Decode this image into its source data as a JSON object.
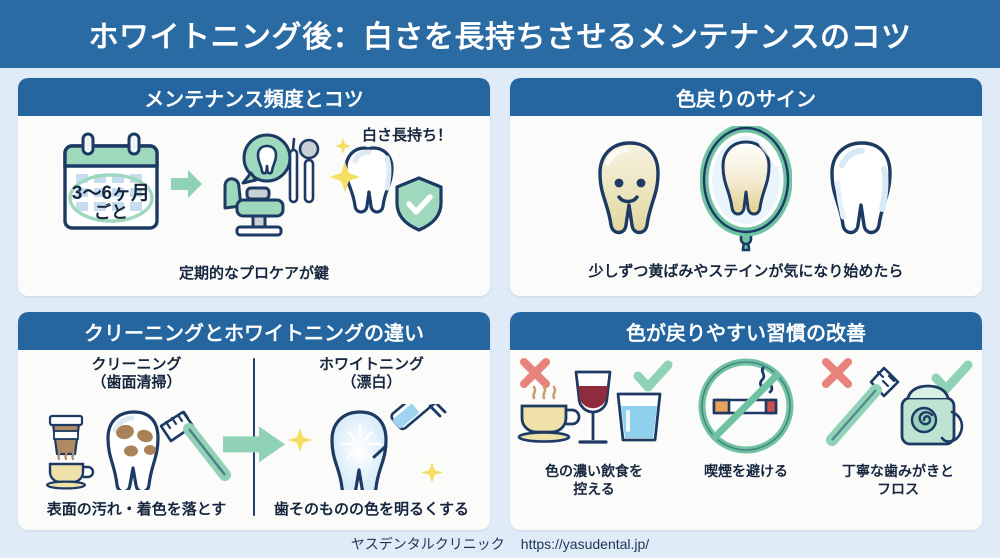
{
  "header": {
    "title": "ホワイトニング後：白さを長持ちさせるメンテナンスのコツ"
  },
  "colors": {
    "banner_blue": "#2a6ba3",
    "card_header_blue": "#2566a0",
    "page_bg": "#dfebf7",
    "card_bg": "#fbfbf9",
    "mint": "#8fd2b8",
    "navy_outline": "#1c3a63",
    "yellow_sparkle": "#f5de63",
    "red_x": "#e8827c",
    "green_check": "#7fd1ad",
    "tooth_yellow": "#ece0ab",
    "stain_brown": "#a98257"
  },
  "cards": [
    {
      "id": "maintenance-frequency",
      "title": "メンテナンス頻度とコツ",
      "calendar_line1": "3～6ヶ月",
      "calendar_line2": "ごと",
      "note": "白さ長持ち！",
      "caption": "定期的なプロケアが鍵",
      "icons": [
        "calendar-icon",
        "arrow-right-icon",
        "dental-chair-icon",
        "sparkle-tooth-shield-icon"
      ]
    },
    {
      "id": "color-relapse-signs",
      "title": "色戻りのサイン",
      "caption": "少しずつ黄ばみやステインが気になり始めたら",
      "icons": [
        "yellow-smiling-tooth-icon",
        "mirror-tooth-icon",
        "white-tooth-icon"
      ]
    },
    {
      "id": "cleaning-vs-whitening",
      "title": "クリーニングとホワイトニングの違い",
      "left": {
        "heading_line1": "クリーニング",
        "heading_line2": "（歯面清掃）",
        "caption": "表面の汚れ・着色を落とす",
        "icons": [
          "coffee-cup-icon",
          "tea-cup-icon",
          "stained-tooth-icon",
          "toothbrush-icon"
        ]
      },
      "right": {
        "heading_line1": "ホワイトニング",
        "heading_line2": "（漂白）",
        "caption": "歯そのものの色を明るくする",
        "icons": [
          "sparkle-icon",
          "white-tooth-icon",
          "syringe-icon"
        ]
      },
      "arrow": "arrow-right-icon"
    },
    {
      "id": "habit-improvement",
      "title": "色が戻りやすい習慣の改善",
      "items": [
        {
          "label": "色の濃い飲食を\n控える",
          "label_line1": "色の濃い飲食を",
          "label_line2": "控える",
          "icons": [
            "cross-icon",
            "tea-cup-icon",
            "wine-glass-icon",
            "check-icon",
            "water-glass-icon"
          ]
        },
        {
          "label_line1": "喫煙を避ける",
          "label_line2": "",
          "icons": [
            "no-smoking-icon"
          ]
        },
        {
          "label_line1": "丁寧な歯みがきと",
          "label_line2": "フロス",
          "icons": [
            "cross-icon",
            "toothbrush-icon",
            "check-icon",
            "floss-icon"
          ]
        }
      ]
    }
  ],
  "footer": {
    "clinic_name": "ヤスデンタルクリニック",
    "url": "https://yasudental.jp/"
  }
}
